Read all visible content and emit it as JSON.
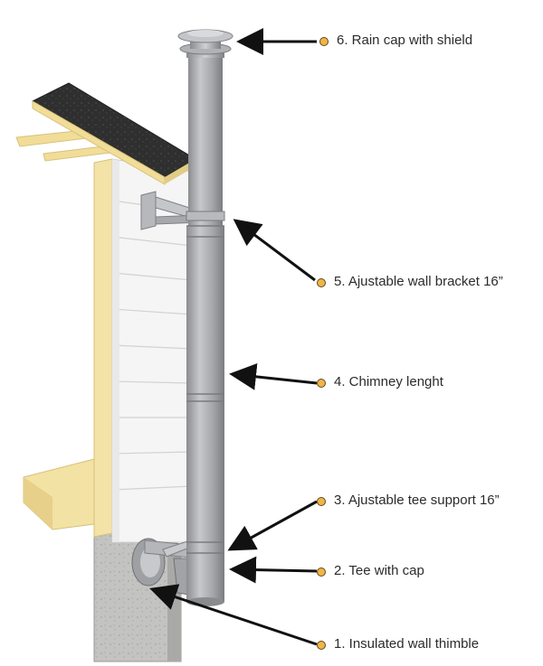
{
  "callouts": [
    {
      "id": "rain-cap",
      "label": "6. Rain cap with shield"
    },
    {
      "id": "wall-bracket",
      "label": "5. Ajustable wall bracket 16”"
    },
    {
      "id": "chimney-length",
      "label": "4. Chimney lenght"
    },
    {
      "id": "tee-support",
      "label": "3. Ajustable tee support 16”"
    },
    {
      "id": "tee-cap",
      "label": "2. Tee with cap"
    },
    {
      "id": "wall-thimble",
      "label": "1. Insulated wall thimble"
    }
  ],
  "colors": {
    "label_dot": "#f2b544",
    "arrow": "#111111",
    "chimney_pipe": "#a9aaad",
    "wood_frame": "#f3e3a6",
    "siding": "#f4f4f4",
    "roof_shingle": "#2e2e2e",
    "concrete": "#bdbdbd"
  }
}
